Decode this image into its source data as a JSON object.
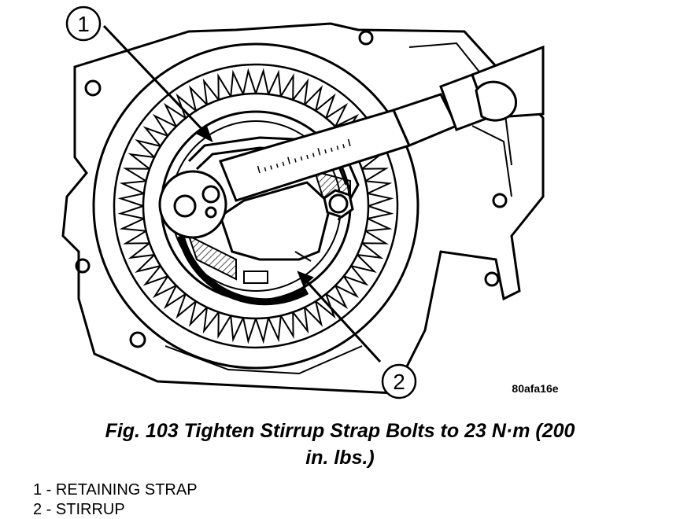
{
  "figure": {
    "callouts": [
      "1",
      "2"
    ],
    "image_code": "80afa16e"
  },
  "caption": {
    "line1": "Fig. 103 Tighten Stirrup Strap Bolts to 23 N·m (200",
    "line2": "in. lbs.)"
  },
  "legend": [
    {
      "number": "1",
      "separator": " - ",
      "label": "RETAINING STRAP"
    },
    {
      "number": "2",
      "separator": " - ",
      "label": "STIRRUP"
    }
  ]
}
